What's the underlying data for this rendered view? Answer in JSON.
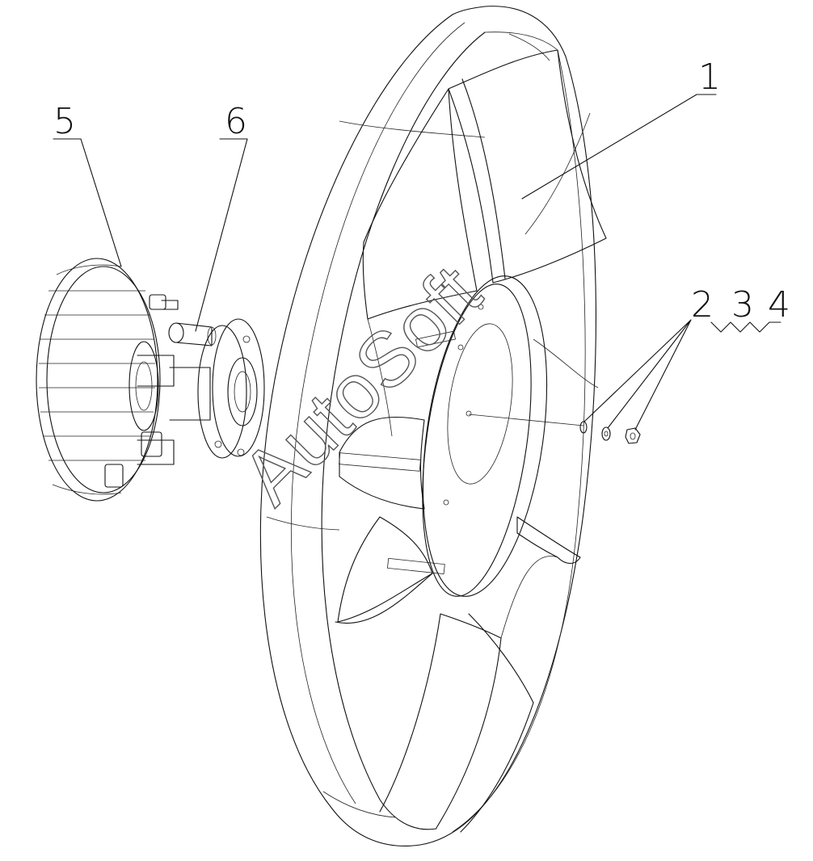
{
  "diagram": {
    "callouts": [
      {
        "id": "c1",
        "label": "1"
      },
      {
        "id": "c2",
        "label": "2"
      },
      {
        "id": "c3",
        "label": "3"
      },
      {
        "id": "c4",
        "label": "4"
      },
      {
        "id": "c5",
        "label": "5"
      },
      {
        "id": "c6",
        "label": "6"
      }
    ],
    "watermark": "AutoSoft"
  },
  "colors": {
    "line": "#111111",
    "background": "#ffffff",
    "watermark": "#555555"
  }
}
